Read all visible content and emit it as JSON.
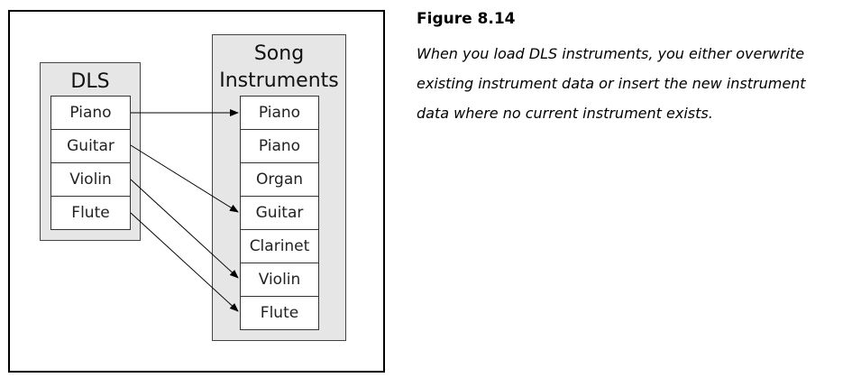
{
  "diagram": {
    "dls_group": {
      "title": "DLS",
      "items": [
        "Piano",
        "Guitar",
        "Violin",
        "Flute"
      ]
    },
    "song_group": {
      "title_line1": "Song",
      "title_line2": "Instruments",
      "items": [
        "Piano",
        "Piano",
        "Organ",
        "Guitar",
        "Clarinet",
        "Violin",
        "Flute"
      ]
    },
    "mappings": [
      {
        "from": "Piano",
        "to": "Piano"
      },
      {
        "from": "Guitar",
        "to": "Guitar"
      },
      {
        "from": "Violin",
        "to": "Violin"
      },
      {
        "from": "Flute",
        "to": "Flute"
      }
    ]
  },
  "figure": {
    "title": "Figure 8.14",
    "caption_lines": [
      "When you load DLS instruments, you either overwrite",
      "existing instrument data or insert the new instrument",
      "data where no current instrument exists."
    ]
  },
  "colors": {
    "group_fill": "#e6e6e6",
    "cell_fill": "#ffffff",
    "stroke": "#000000"
  }
}
